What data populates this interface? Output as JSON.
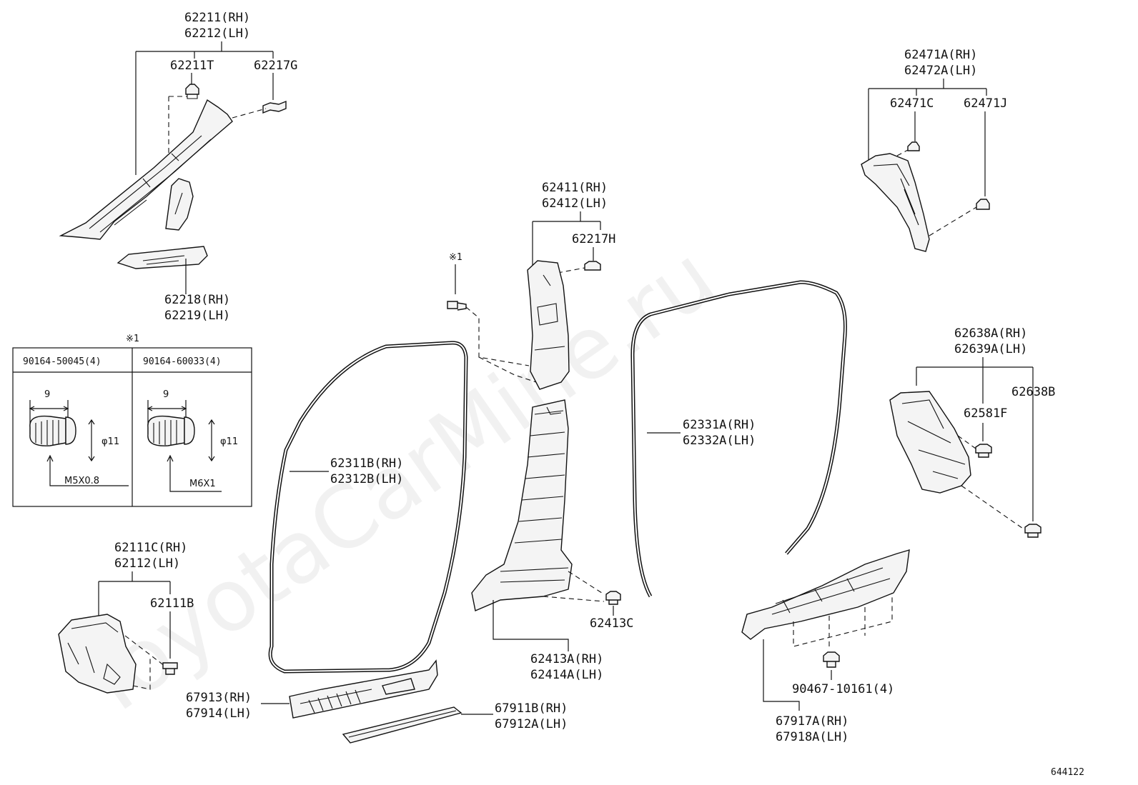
{
  "watermark": "ToyotaCarMine.ru",
  "diagram_id": "644122",
  "note_marker": "※1",
  "labels": {
    "a_pillar_rh": "62211(RH)",
    "a_pillar_lh": "62212(LH)",
    "clip_62211t": "62211T",
    "clip_62217g": "62217G",
    "lower_a_rh": "62218(RH)",
    "lower_a_lh": "62219(LH)",
    "b_upper_rh": "62411(RH)",
    "b_upper_lh": "62412(LH)",
    "clip_62217h": "62217H",
    "c_pillar_rh": "62471A(RH)",
    "c_pillar_lh": "62472A(LH)",
    "clip_62471c": "62471C",
    "clip_62471j": "62471J",
    "front_seal_rh": "62311B(RH)",
    "front_seal_lh": "62312B(LH)",
    "rear_seal_rh": "62331A(RH)",
    "rear_seal_lh": "62332A(LH)",
    "quarter_rh": "62638A(RH)",
    "quarter_lh": "62639A(LH)",
    "clip_62638b": "62638B",
    "clip_62581f": "62581F",
    "kick_rh": "62111C(RH)",
    "kick_lh": "62112(LH)",
    "clip_62111b": "62111B",
    "clip_62413c": "62413C",
    "b_lower_rh": "62413A(RH)",
    "b_lower_lh": "62414A(LH)",
    "scuff_front_rh": "67913(RH)",
    "scuff_front_lh": "67914(LH)",
    "step_front_rh": "67911B(RH)",
    "step_front_lh": "67912A(LH)",
    "bolt_90467": "90467-10161(4)",
    "scuff_rear_rh": "67917A(RH)",
    "scuff_rear_lh": "67918A(LH)"
  },
  "note_table": {
    "col1_part": "90164-50045(4)",
    "col2_part": "90164-60033(4)",
    "col1_length": "9",
    "col2_length": "9",
    "col1_diameter": "φ11",
    "col2_diameter": "φ11",
    "col1_thread": "M5X0.8",
    "col2_thread": "M6X1"
  }
}
